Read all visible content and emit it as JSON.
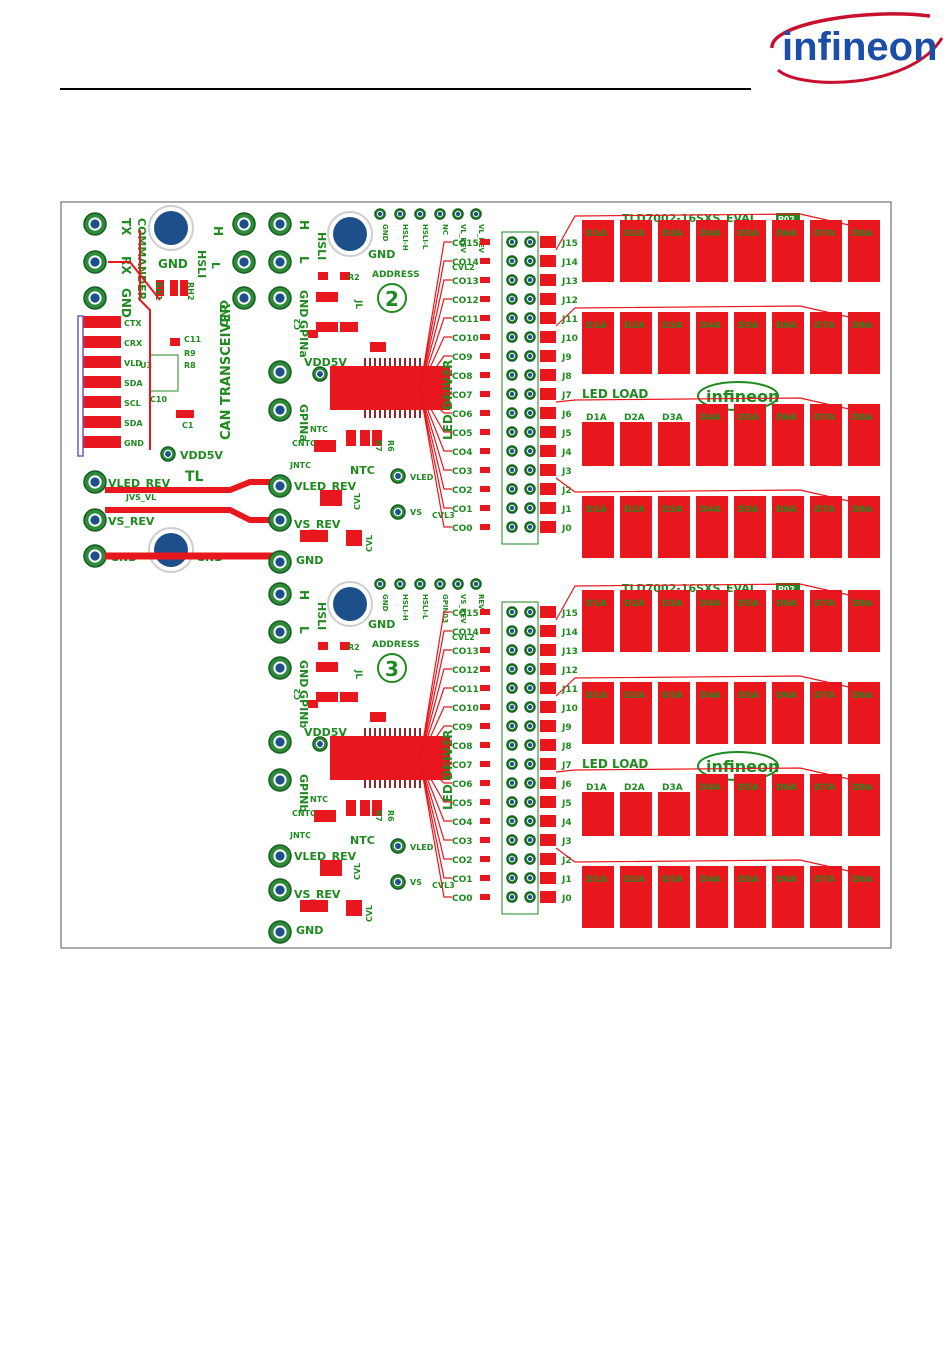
{
  "header": {
    "logo_text": "infineon",
    "accent": "#c8102e",
    "brand_blue": "#1b4ea6"
  },
  "colors": {
    "copper": "#e8161d",
    "silk": "#1f8a1f",
    "via_ring": "#2e8b3a",
    "hole": "#1d4f8a"
  },
  "board": {
    "left_title": "CAN TRANSCEIVER",
    "tl_label": "TL",
    "connector_labels": [
      "TX",
      "RX",
      "GND",
      "GND",
      "HSLI",
      "H",
      "L",
      "GND"
    ],
    "commander_label": "COMMANDER",
    "pad_labels": [
      "CTX",
      "CRX",
      "VLD",
      "SDA",
      "SCL",
      "SDA",
      "GND"
    ],
    "left_power": [
      "VLED_REV",
      "VS_REV",
      "GND",
      "GND",
      "VDD5V"
    ],
    "jvs_label": "JVS_VL",
    "rh_labels": [
      "RH1",
      "RH2"
    ],
    "ic_labels": [
      "U3",
      "R9",
      "R8",
      "C11",
      "C10",
      "C1"
    ],
    "modules": [
      {
        "address_label": "ADDRESS",
        "address_num": "2",
        "left_labels": [
          "H",
          "L",
          "GND",
          "GPINa",
          "VDD5V",
          "GPINa",
          "VLED_REV",
          "VS_REV",
          "GND"
        ],
        "hsli_label": "HSLI",
        "gnd_label": "GND",
        "driver_label": "LED DRIVER",
        "ntc_labels": [
          "NTC",
          "CNTC",
          "JNTC",
          "NTC"
        ],
        "cap_labels": [
          "CVL",
          "CVL",
          "CVL3"
        ],
        "r_labels": [
          "R2",
          "JL",
          "C2",
          "R7",
          "R6"
        ],
        "vled": "VLED",
        "vs": "VS",
        "header_pins": [
          "GND",
          "HSLI-H",
          "HSLI-L",
          "NC",
          "VL_REV",
          "VL_REV"
        ],
        "co_labels": [
          "CO15",
          "CO14",
          "CO13",
          "CO12",
          "CO11",
          "CO10",
          "CO9",
          "CO8",
          "CO7",
          "CO6",
          "CO5",
          "CO4",
          "CO3",
          "CO2",
          "CO1",
          "CO0"
        ],
        "j_labels": [
          "J15",
          "J14",
          "J13",
          "J12",
          "J11",
          "J10",
          "J9",
          "J8",
          "J7",
          "J6",
          "J5",
          "J4",
          "J3",
          "J2",
          "J1",
          "J0"
        ],
        "cvl2": "CVL2",
        "board_title": "TLD7002-16SXS_EVAL",
        "board_rev": "P02",
        "led_load": "LED LOAD",
        "brand": "infineon"
      },
      {
        "address_label": "ADDRESS",
        "address_num": "3",
        "left_labels": [
          "H",
          "L",
          "GND",
          "GPINb",
          "VDD5V",
          "GPINb",
          "VLED_REV",
          "VS_REV",
          "GND"
        ],
        "hsli_label": "HSLI",
        "gnd_label": "GND",
        "driver_label": "LED DRIVER",
        "ntc_labels": [
          "NTC",
          "CNTC",
          "JNTC",
          "NTC"
        ],
        "cap_labels": [
          "CVL",
          "CVL",
          "CVL3"
        ],
        "r_labels": [
          "R2",
          "JL",
          "C2",
          "R7",
          "R6"
        ],
        "vled": "VLED",
        "vs": "VS",
        "header_pins": [
          "GND",
          "HSLI-H",
          "HSLI-L",
          "GPIN03",
          "VS_REV",
          "REV"
        ],
        "co_labels": [
          "CO15",
          "CO14",
          "CO13",
          "CO12",
          "CO11",
          "CO10",
          "CO9",
          "CO8",
          "CO7",
          "CO6",
          "CO5",
          "CO4",
          "CO3",
          "CO2",
          "CO1",
          "CO0"
        ],
        "j_labels": [
          "J15",
          "J14",
          "J13",
          "J12",
          "J11",
          "J10",
          "J9",
          "J8",
          "J7",
          "J6",
          "J5",
          "J4",
          "J3",
          "J2",
          "J1",
          "J0"
        ],
        "cvl2": "CVL2",
        "board_title": "TLD7002-16SXS_EVAL",
        "board_rev": "P02",
        "led_load": "LED LOAD",
        "brand": "infineon"
      }
    ],
    "led_pad_labels": [
      "D1A",
      "D2A",
      "D3A",
      "D4A",
      "D5A",
      "D6A",
      "D7A",
      "D8A"
    ]
  }
}
